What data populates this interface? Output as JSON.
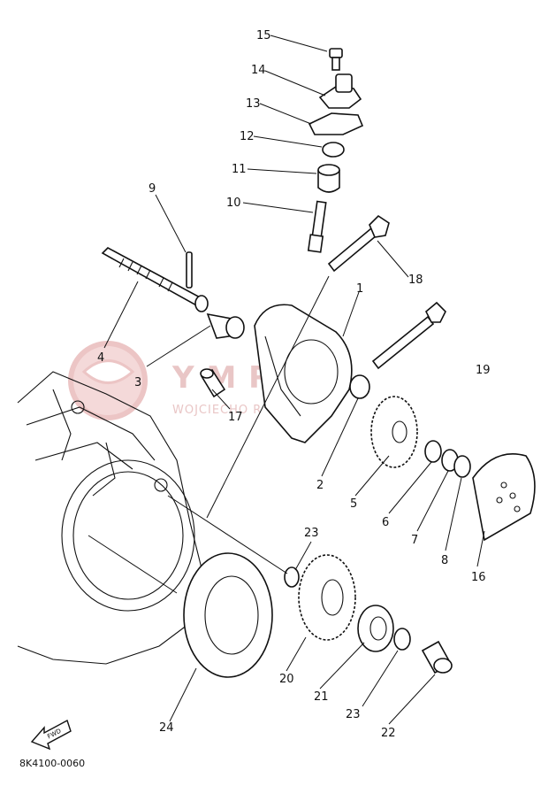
{
  "watermark": {
    "main": "Y    M     R    P.PL",
    "sub": "WOJCIECHO                R Y  MAHA"
  },
  "fwd_label": "FWD",
  "drawing_code": "8K4100-0060",
  "callouts": [
    "15",
    "14",
    "13",
    "12",
    "11",
    "10",
    "9",
    "18",
    "1",
    "4",
    "3",
    "19",
    "17",
    "2",
    "5",
    "6",
    "7",
    "8",
    "16",
    "23",
    "20",
    "21",
    "23",
    "22",
    "24"
  ]
}
